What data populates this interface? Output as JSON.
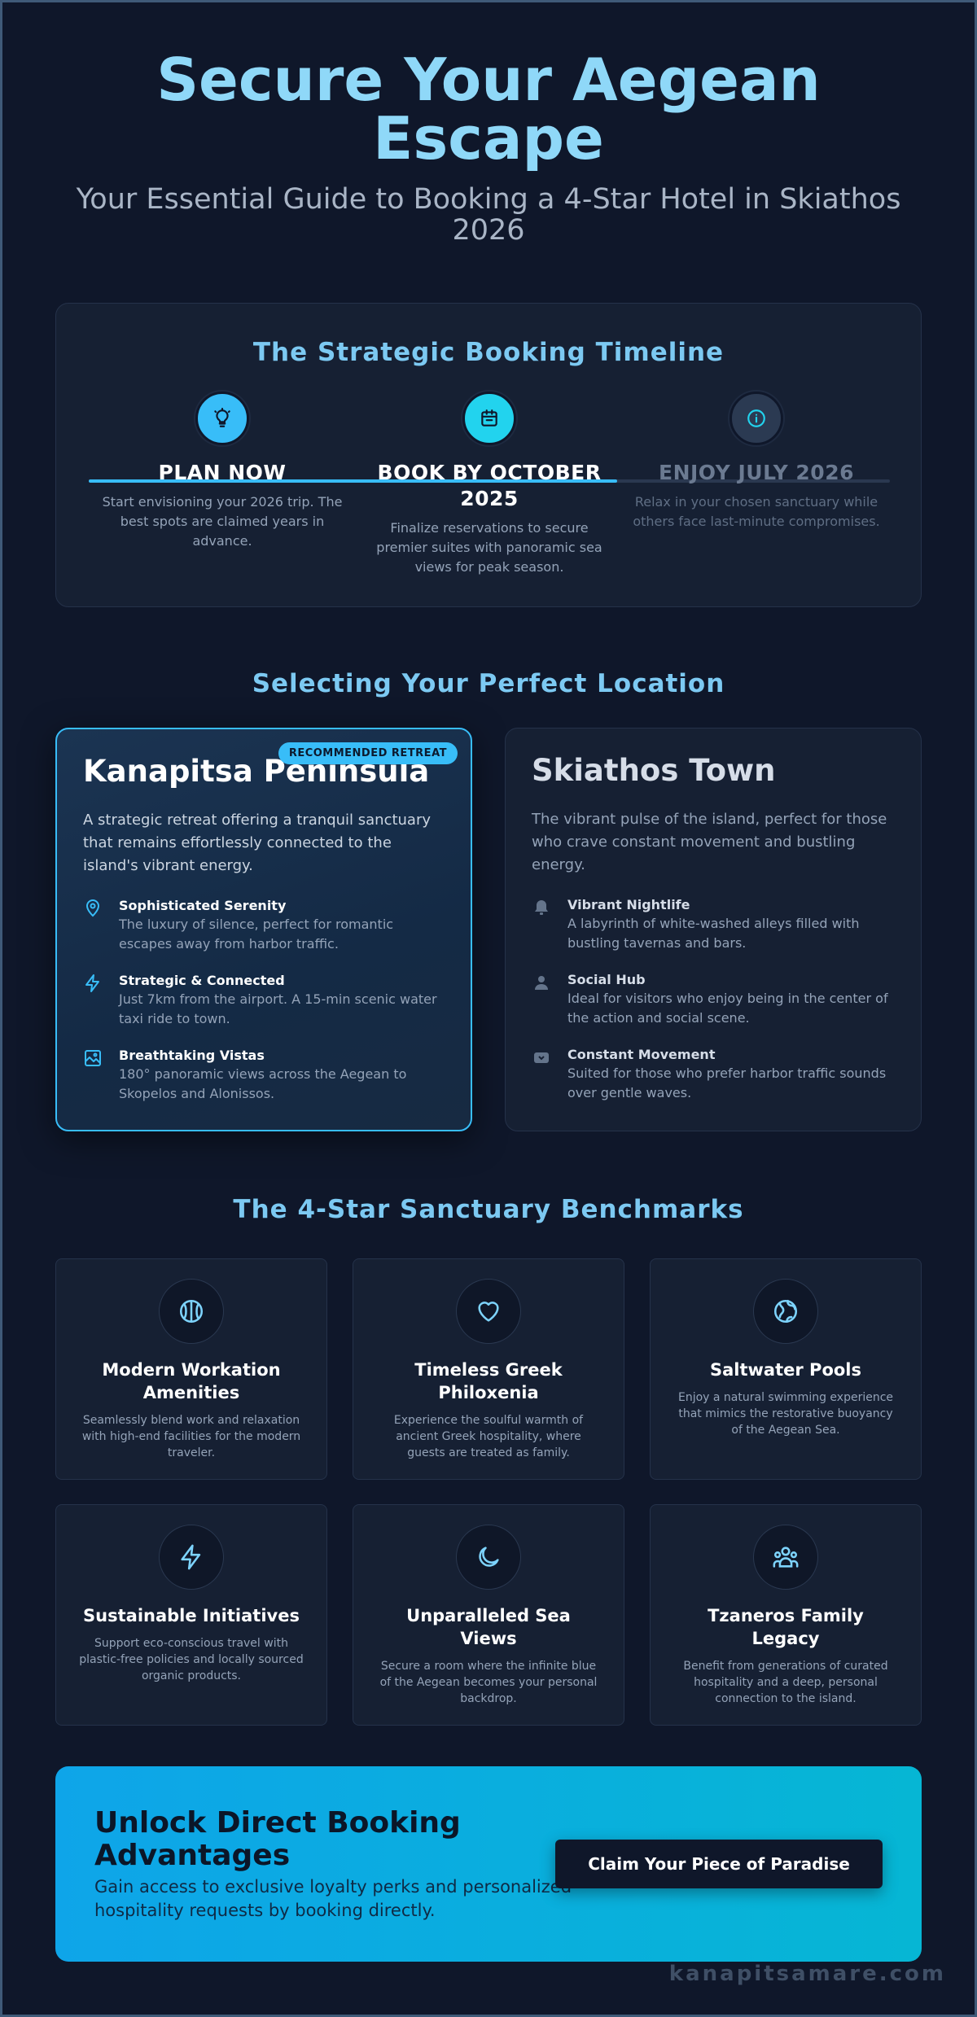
{
  "hero": {
    "title": "Secure Your Aegean Escape",
    "subtitle": "Your Essential Guide to Booking a 4-Star Hotel in Skiathos 2026"
  },
  "timeline": {
    "title": "The Strategic Booking Timeline",
    "progress_percent": 66,
    "steps": [
      {
        "label": "PLAN NOW",
        "text": "Start envisioning your 2026 trip. The best spots are claimed years in advance.",
        "icon": "lightbulb-icon"
      },
      {
        "label": "BOOK BY OCTOBER 2025",
        "text": "Finalize reservations to secure premier suites with panoramic sea views for peak season.",
        "icon": "calendar-icon"
      },
      {
        "label": "ENJOY JULY 2026",
        "text": "Relax in your chosen sanctuary while others face last-minute compromises.",
        "icon": "info-icon"
      }
    ]
  },
  "location": {
    "title": "Selecting Your Perfect Location",
    "recommended": {
      "badge": "RECOMMENDED RETREAT",
      "name": "Kanapitsa Peninsula",
      "desc": "A strategic retreat offering a tranquil sanctuary that remains effortlessly connected to the island's vibrant energy.",
      "features": [
        {
          "title": "Sophisticated Serenity",
          "text": "The luxury of silence, perfect for romantic escapes away from harbor traffic.",
          "icon": "map-pin-icon"
        },
        {
          "title": "Strategic & Connected",
          "text": "Just 7km from the airport. A 15-min scenic water taxi ride to town.",
          "icon": "lightning-icon"
        },
        {
          "title": "Breathtaking Vistas",
          "text": "180° panoramic views across the Aegean to Skopelos and Alonissos.",
          "icon": "image-icon"
        }
      ]
    },
    "alternative": {
      "name": "Skiathos Town",
      "desc": "The vibrant pulse of the island, perfect for those who crave constant movement and bustling energy.",
      "features": [
        {
          "title": "Vibrant Nightlife",
          "text": "A labyrinth of white-washed alleys filled with bustling tavernas and bars.",
          "icon": "bell-icon"
        },
        {
          "title": "Social Hub",
          "text": "Ideal for visitors who enjoy being in the center of the action and social scene.",
          "icon": "user-icon"
        },
        {
          "title": "Constant Movement",
          "text": "Suited for those who prefer harbor traffic sounds over gentle waves.",
          "icon": "inbox-icon"
        }
      ]
    }
  },
  "benchmarks": {
    "title": "The 4-Star Sanctuary Benchmarks",
    "items": [
      {
        "title": "Modern Workation Amenities",
        "text": "Seamlessly blend work and relaxation with high-end facilities for the modern traveler.",
        "icon": "basketball-icon"
      },
      {
        "title": "Timeless Greek Philoxenia",
        "text": "Experience the soulful warmth of ancient Greek hospitality, where guests are treated as family.",
        "icon": "heart-icon"
      },
      {
        "title": "Saltwater Pools",
        "text": "Enjoy a natural swimming experience that mimics the restorative buoyancy of the Aegean Sea.",
        "icon": "globe-icon"
      },
      {
        "title": "Sustainable Initiatives",
        "text": "Support eco-conscious travel with plastic-free policies and locally sourced organic products.",
        "icon": "lightning-icon"
      },
      {
        "title": "Unparalleled Sea Views",
        "text": "Secure a room where the infinite blue of the Aegean becomes your personal backdrop.",
        "icon": "moon-icon"
      },
      {
        "title": "Tzaneros Family Legacy",
        "text": "Benefit from generations of curated hospitality and a deep, personal connection to the island.",
        "icon": "users-icon"
      }
    ]
  },
  "cta": {
    "title": "Unlock Direct Booking Advantages",
    "text": "Gain access to exclusive loyalty perks and personalized hospitality requests by booking directly.",
    "button": "Claim Your Piece of Paradise"
  },
  "footer": {
    "url": "kanapitsamare.com"
  },
  "colors": {
    "accent": "#38bdf8",
    "background": "#0f172a",
    "card": "#162033",
    "title": "#8fd8f8"
  }
}
